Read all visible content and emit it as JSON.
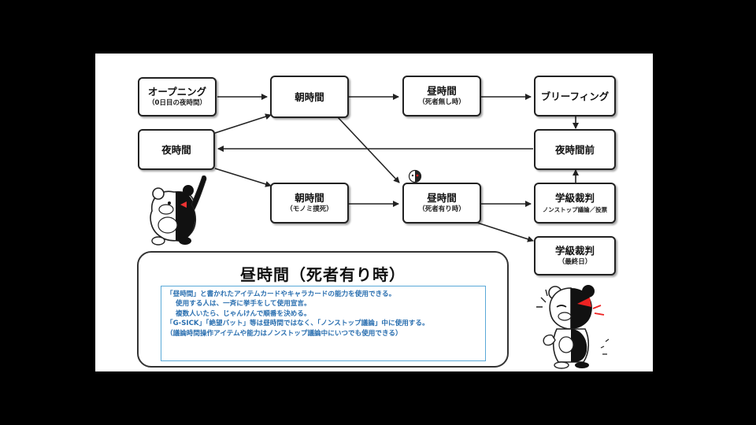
{
  "nodes": {
    "opening": {
      "title": "オープニング",
      "sub": "（0日目の夜時間）"
    },
    "morning": {
      "title": "朝時間"
    },
    "noon_none": {
      "title": "昼時間",
      "sub": "（死者無し時）"
    },
    "briefing": {
      "title": "ブリーフィング"
    },
    "night": {
      "title": "夜時間"
    },
    "before_night": {
      "title": "夜時間前"
    },
    "morning_mono": {
      "title": "朝時間",
      "sub": "（モノミ撲死）"
    },
    "noon_dead": {
      "title": "昼時間",
      "sub": "（死者有り時）"
    },
    "trial": {
      "title": "学級裁判",
      "sub": "ノンストップ議論／投票"
    },
    "trial_final": {
      "title": "学級裁判",
      "sub": "（最終日）"
    }
  },
  "info": {
    "title": "昼時間（死者有り時）",
    "lines": [
      "「昼時間」と書かれたアイテムカードやキャラカードの能力を使用できる。",
      "使用する人は、一斉に挙手をして使用宣言。",
      "複数人いたら、じゃんけんで順番を決める。",
      "「G-SICK」「絶望バット」等は昼時間ではなく、「ノンストップ議論」中に使用する。",
      "（議論時間操作アイテムや能力はノンストップ議論中にいつでも使用できる）"
    ]
  },
  "colors": {
    "info_text": "#2a6fb0",
    "info_border": "#5aa9d8"
  }
}
